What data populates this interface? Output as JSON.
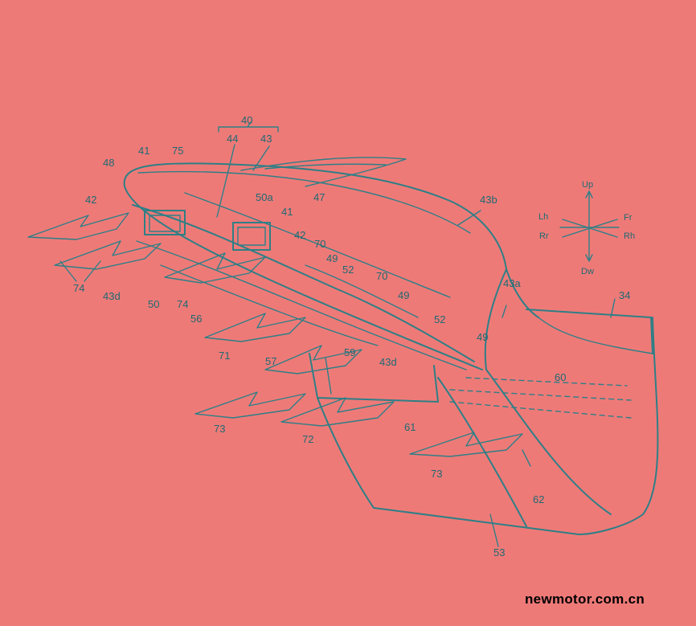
{
  "labels": {
    "n40": "40",
    "n44": "44",
    "n43": "43",
    "n75": "75",
    "n41a": "41",
    "n48": "48",
    "n47": "47",
    "n43b": "43b",
    "n50a": "50a",
    "n41b": "41",
    "n42a": "42",
    "n42b": "42",
    "n70a": "70",
    "n49a": "49",
    "n52a": "52",
    "n70b": "70",
    "n49b": "49",
    "n74a": "74",
    "n43d_a": "43d",
    "n50": "50",
    "n74b": "74",
    "n43a": "43a",
    "n34": "34",
    "n56": "56",
    "n52b": "52",
    "n49c": "49",
    "n71": "71",
    "n57": "57",
    "n59": "59",
    "n43d_b": "43d",
    "n60": "60",
    "n73a": "73",
    "n72": "72",
    "n61": "61",
    "n73b": "73",
    "n62": "62",
    "n53": "53"
  },
  "directions": {
    "up": "Up",
    "dw": "Dw",
    "lh": "Lh",
    "rr": "Rr",
    "fr": "Fr",
    "rh": "Rh"
  },
  "colors": {
    "background": "#ee7a78",
    "line": "#2e7f86"
  },
  "watermark": "newmotor.com.cn"
}
